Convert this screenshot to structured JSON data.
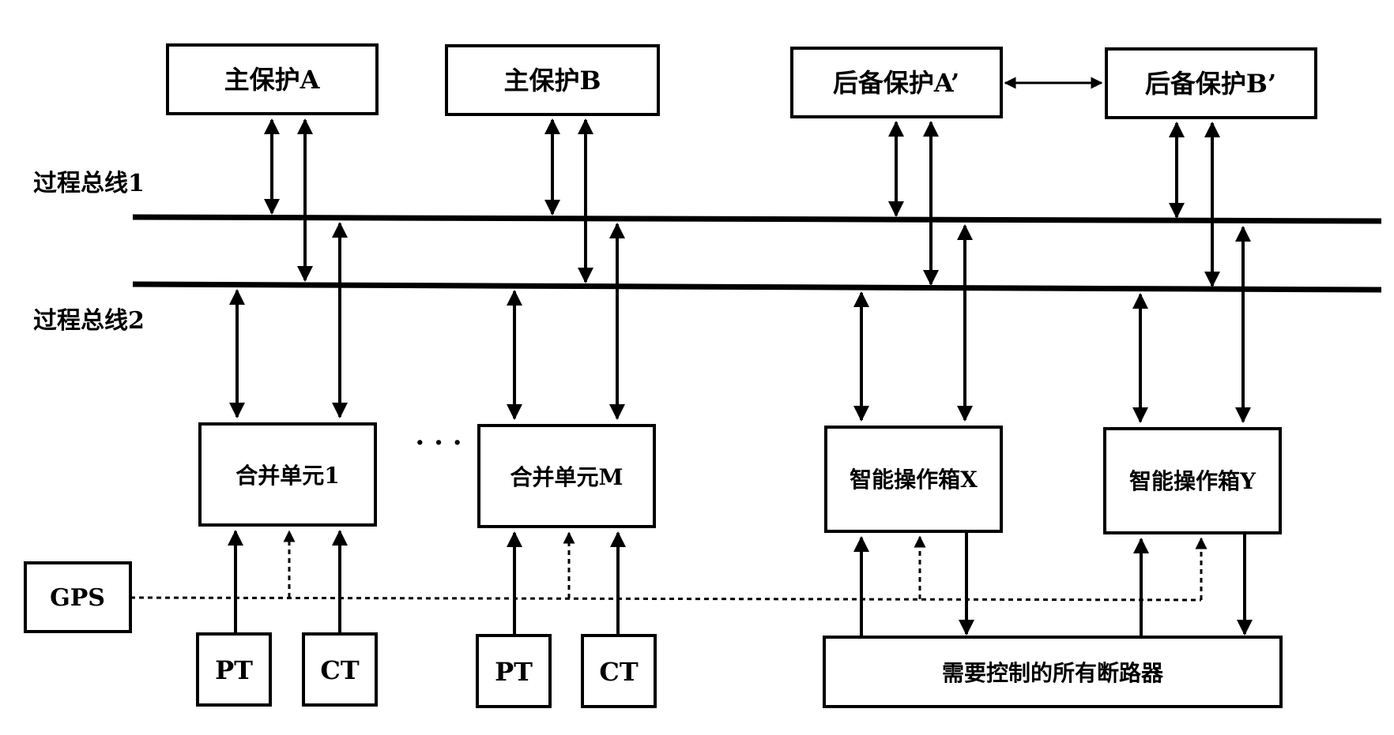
{
  "protection": {
    "main_a": "主保护A",
    "main_b": "主保护B",
    "backup_a": "后备保护A’",
    "backup_b": "后备保护B’"
  },
  "buses": {
    "bus1": "过程总线1",
    "bus2": "过程总线2"
  },
  "units": {
    "merge_1": "合并单元1",
    "ellipsis": "· · ·",
    "merge_m": "合并单元M",
    "box_x": "智能操作箱X",
    "box_y": "智能操作箱Y"
  },
  "field": {
    "gps": "GPS",
    "pt_1": "PT",
    "ct_1": "CT",
    "pt_m": "PT",
    "ct_m": "CT",
    "breakers": "需要控制的所有断路器"
  }
}
